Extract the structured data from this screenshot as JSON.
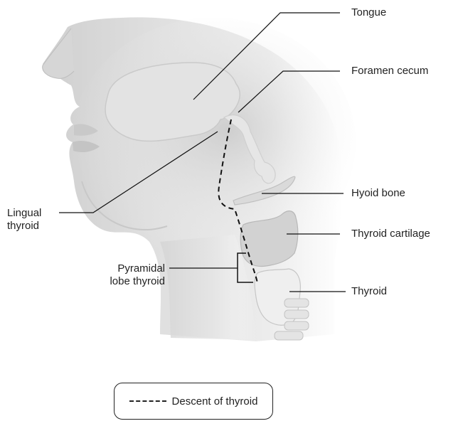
{
  "labels": {
    "tongue": "Tongue",
    "foramen_cecum": "Foramen cecum",
    "hyoid_bone": "Hyoid bone",
    "thyroid_cartilage": "Thyroid cartilage",
    "thyroid": "Thyroid",
    "lingual_thyroid_1": "Lingual",
    "lingual_thyroid_2": "thyroid",
    "pyramidal_1": "Pyramidal",
    "pyramidal_2": "lobe thyroid"
  },
  "legend": {
    "text": "Descent of thyroid"
  }
}
